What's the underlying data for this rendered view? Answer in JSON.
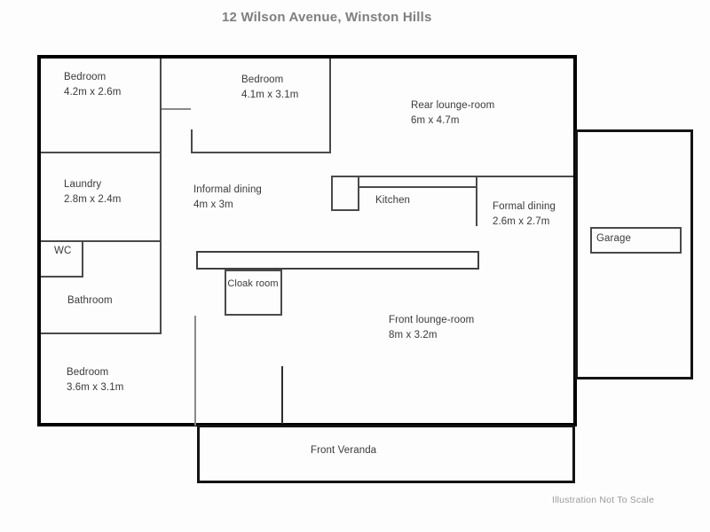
{
  "page": {
    "title": "12 Wilson Avenue, Winston Hills",
    "note": "Illustration Not To Scale"
  },
  "rooms": {
    "bedroom1": {
      "name": "Bedroom",
      "dims": "4.2m x 2.6m"
    },
    "bedroom2": {
      "name": "Bedroom",
      "dims": "4.1m x 3.1m"
    },
    "rear_lounge": {
      "name": "Rear lounge-room",
      "dims": "6m x 4.7m"
    },
    "laundry": {
      "name": "Laundry",
      "dims": "2.8m x 2.4m"
    },
    "informal_dining": {
      "name": "Informal dining",
      "dims": "4m x 3m"
    },
    "kitchen": {
      "name": "Kitchen"
    },
    "formal_dining": {
      "name": "Formal dining",
      "dims": "2.6m x 2.7m"
    },
    "wc": {
      "name": "WC"
    },
    "bathroom": {
      "name": "Bathroom"
    },
    "cloak": {
      "name": "Cloak room"
    },
    "front_lounge": {
      "name": "Front lounge-room",
      "dims": "8m x 3.2m"
    },
    "bedroom3": {
      "name": "Bedroom",
      "dims": "3.6m x 3.1m"
    },
    "garage": {
      "name": "Garage"
    },
    "veranda": {
      "name": "Front Veranda"
    }
  },
  "colors": {
    "outline": "#000000",
    "interior_wall": "#4a4a4a",
    "light_wall": "#8a8a8a",
    "label_text": "#3a3a3a",
    "title_text": "#7f7f7f",
    "note_text": "#9b9b9b",
    "background": "#fdfdfd"
  }
}
